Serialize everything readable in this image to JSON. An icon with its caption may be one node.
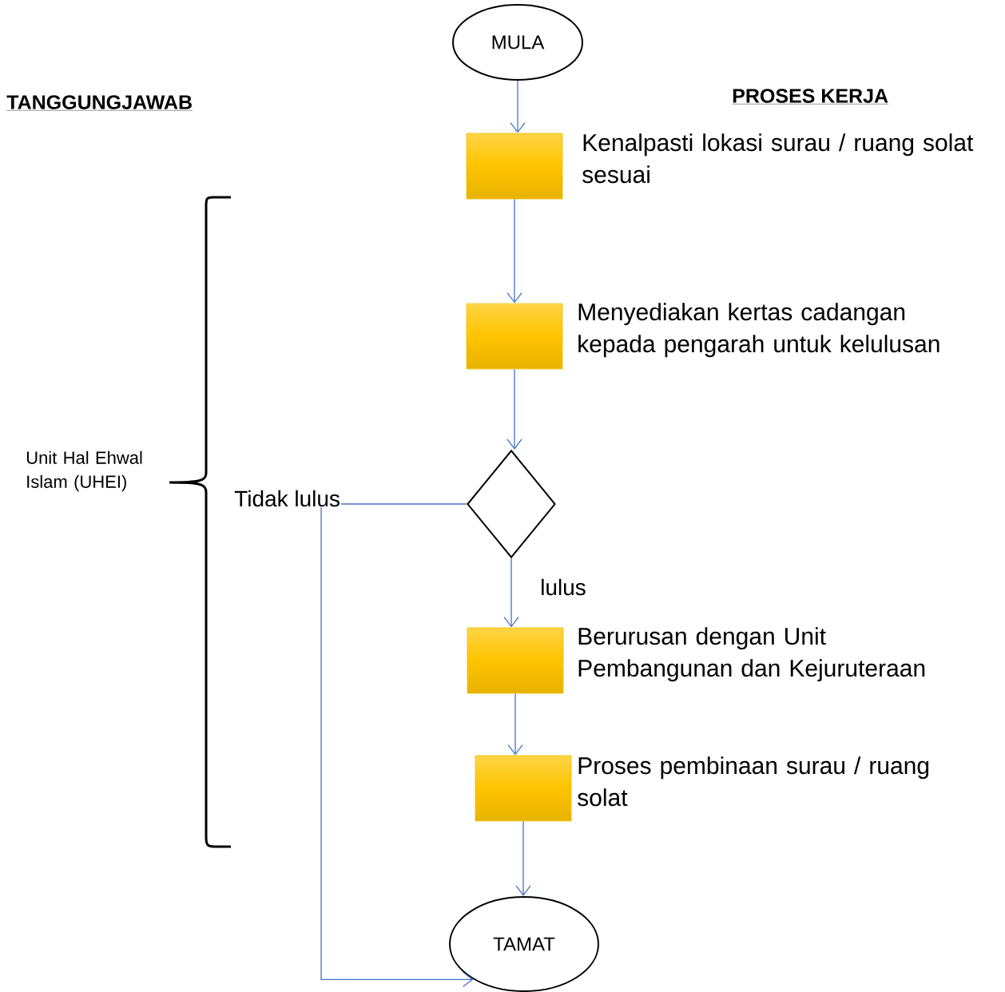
{
  "diagram": {
    "nodes": [
      {
        "text": [
          "MULA"
        ]
      },
      {
        "text": [
          "Kenalpasti lokasi surau / ruang solat sesuai"
        ]
      },
      {
        "text": [
          "Menyediakan kertas cadangan kepada pengarah untuk kelulusan"
        ]
      },
      {
        "text": [],
        "shape": "diamond"
      },
      {
        "text": [
          "Berurusan dengan Unit Pembangunan dan Kejuruteraan"
        ]
      },
      {
        "text": [
          "Proses pembinaan surau / ruang solat"
        ]
      },
      {
        "text": [
          "TAMAT"
        ]
      }
    ],
    "edges": [
      {
        "from": 0,
        "to": 1,
        "arrow": "to"
      },
      {
        "from": 1,
        "to": 2,
        "arrow": "to"
      },
      {
        "from": 2,
        "to": 3,
        "arrow": "to"
      },
      {
        "from": 3,
        "to": 4,
        "arrow": "to",
        "label": "lulus"
      },
      {
        "from": 4,
        "to": 5,
        "arrow": "to"
      },
      {
        "from": 5,
        "to": 6,
        "arrow": "to"
      },
      {
        "from": 3,
        "to": 6,
        "arrow": "to",
        "label": "Tidak lulus"
      }
    ],
    "labels": [
      "TANGGUNGJAWAB",
      "PROSES KERJA",
      "Unit Hal Ehwal Islam (UHEI)"
    ]
  }
}
